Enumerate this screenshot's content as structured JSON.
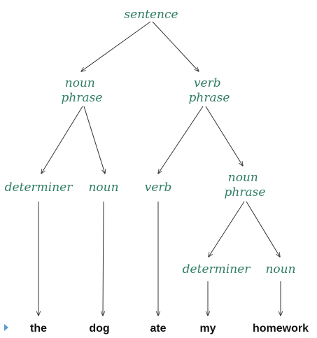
{
  "tree": {
    "root": {
      "label": "sentence",
      "children": [
        {
          "label": [
            "noun",
            "phrase"
          ],
          "children": [
            {
              "label": "determiner",
              "children": [
                {
                  "label": "the"
                }
              ]
            },
            {
              "label": "noun",
              "children": [
                {
                  "label": "dog"
                }
              ]
            }
          ]
        },
        {
          "label": [
            "verb",
            "phrase"
          ],
          "children": [
            {
              "label": "verb",
              "children": [
                {
                  "label": "ate"
                }
              ]
            },
            {
              "label": [
                "noun",
                "phrase"
              ],
              "children": [
                {
                  "label": "determiner",
                  "children": [
                    {
                      "label": "my"
                    }
                  ]
                },
                {
                  "label": "noun",
                  "children": [
                    {
                      "label": "homework"
                    }
                  ]
                }
              ]
            }
          ]
        }
      ]
    },
    "colors": {
      "node_text": "#2e7d62",
      "leaf_text": "#111111",
      "edge": "#333333",
      "bullet": "#5b9bd5"
    },
    "icons": {
      "leaf_row_marker": "triangle-bullet-icon"
    }
  }
}
